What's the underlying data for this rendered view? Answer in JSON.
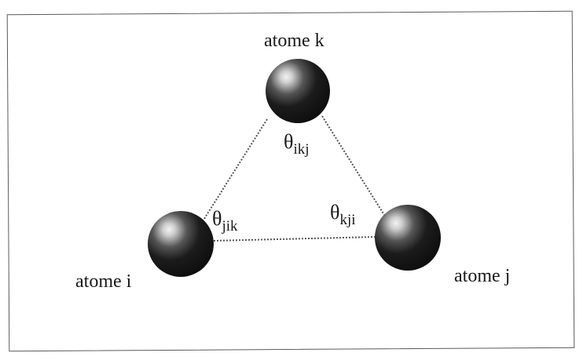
{
  "atoms": {
    "k": {
      "label": "atome k"
    },
    "i": {
      "label": "atome i"
    },
    "j": {
      "label": "atome j"
    }
  },
  "angles": {
    "ikj": {
      "symbol": "θ",
      "subscript": "ikj"
    },
    "jik": {
      "symbol": "θ",
      "subscript": "jik"
    },
    "kji": {
      "symbol": "θ",
      "subscript": "kji"
    }
  },
  "colors": {
    "atom_dark": "#0d0d0d",
    "atom_highlight": "#f2f2f2",
    "bond_line": "#555555",
    "frame": "#5a5a5a"
  }
}
